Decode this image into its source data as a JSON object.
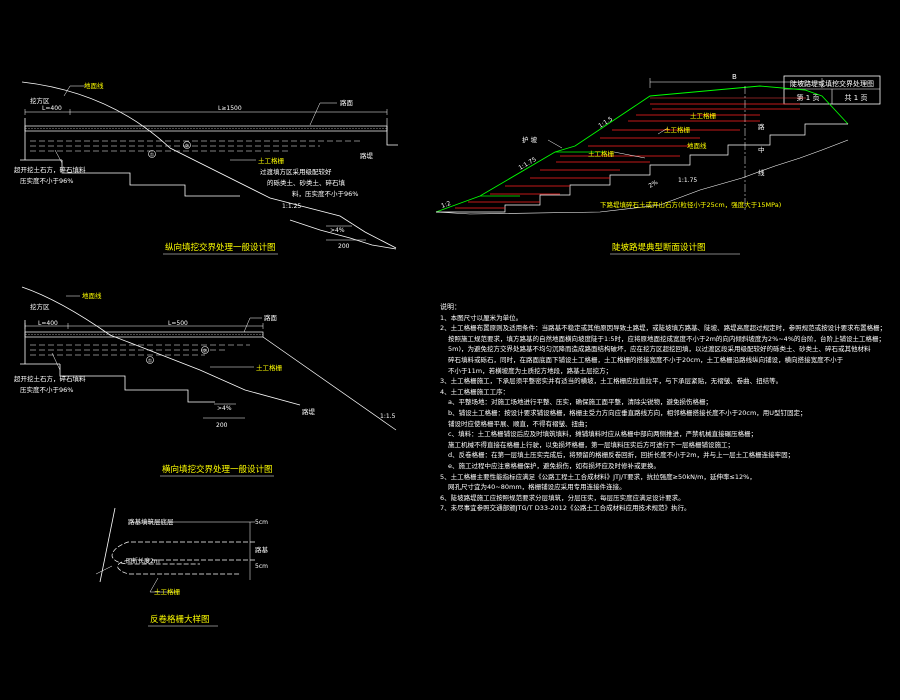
{
  "title_block": {
    "name": "陡坡路堤或填挖交界处理图",
    "page": "第 1 页",
    "total": "共 1 页"
  },
  "fig_longitudinal": {
    "title": "纵向填挖交界处理一般设计图",
    "ground_line": "地面线",
    "cut_zone": "挖方区",
    "road_surface": "路面",
    "dim_left": "L=400",
    "dim_right": "L≥1500",
    "geogrid": "土工格栅",
    "backfill_note_1": "超开挖土石方，碎石填料",
    "backfill_note_2": "压实度不小于96%",
    "transition_1": "过渡填方区采用级配较好",
    "transition_2": "的砾类土、砂类土、碎石填",
    "transition_3": "料，压实度不小于96%",
    "embankment": "路堤",
    "slope": "1:1.25",
    "step_height": ">4%",
    "step_width": "200",
    "circle_1": "①",
    "circle_2": "②"
  },
  "fig_transverse": {
    "title": "横向填挖交界处理一般设计图",
    "ground_line": "地面线",
    "cut_zone": "挖方区",
    "road_surface": "路面",
    "dim_left": "L=400",
    "dim_right": "L=500",
    "geogrid": "土工格栅",
    "backfill_note_1": "超开挖土石方，碎石填料",
    "backfill_note_2": "压实度不小于96%",
    "embankment": "路堤",
    "slope": "1:1.5",
    "step_height": ">4%",
    "step_width": "200",
    "circle_1": "①",
    "circle_2": "②"
  },
  "fig_anchor": {
    "title": "反卷格栅大样图",
    "fill_label": "路基填筑层底层",
    "anchor_length": "回折长度2m",
    "geogrid": "土工格栅",
    "roadbed": "路基",
    "dim_upper": "5cm",
    "dim_lower": "5cm"
  },
  "fig_section": {
    "title": "陡坡路堤典型断面设计图",
    "width": "B",
    "slope_protection": "护 坡",
    "geogrid_1": "土工格栅",
    "geogrid_2": "土工格栅",
    "geogrid_3": "土工格栅",
    "ground_line": "地面线",
    "centerline_1": "路",
    "centerline_2": "中",
    "centerline_3": "线",
    "slope_1": "1:1.5",
    "slope_2": "1:1.75",
    "slope_3": "1:2",
    "slope_4": "1:1.75",
    "slope_5": "2%",
    "base_note": "下路堤填碎石土或开山石方(粒径小于25cm，强度大于15MPa)"
  },
  "notes": {
    "header": "说明：",
    "lines": [
      "1、本图尺寸以厘米为单位。",
      "2、土工格栅布置原则及适用条件：当路基不稳定或其他原因导致土路堤，或陡坡填方路基、陡坡、路堤高度超过规定时，参照规范或按设计要求布置格栅；",
      "  按照施工规范要求，填方路基的自然地面横向坡度陡于1:5时，应将原地面挖成宽度不小于2m的向内倾斜坡度为2%~4%的台阶，台阶上铺设土工格栅；",
      "  5m)，为避免挖方交界处路基不均匀沉降而造成路面结构破坏，应在挖方区超挖回填，以过渡区段采用级配较好的砾类土、砂类土、碎石或其他材料",
      "  碎石填料或砾石，同时，在路面底面下铺设土工格栅，土工格栅的搭接宽度不小于20cm，土工格栅沿路线纵向铺设，横向搭接宽度不小于",
      "  不小于11m，若横坡度为土质挖方地段，路基土层挖方；",
      "3、土工格栅施工，下承层须平整密实并有适当的横坡，土工格栅应拉直拉平，与下承层紧贴，无褶皱、卷曲、扭结等。",
      "4、土工格栅施工工序：",
      "  a、平整场地：对施工场地进行平整、压实，确保施工面平整，清除尖锐物，避免损伤格栅；",
      "  b、铺设土工格栅：按设计要求铺设格栅，格栅主受力方向应垂直路线方向，相邻格栅搭接长度不小于20cm，用U型钉固定；",
      "     铺设时应使格栅平展、顺直，不得有褶皱、扭曲；",
      "  c、填料：土工格栅铺设后应及时填筑填料，摊铺填料时应从格栅中部向两侧推进，严禁机械直接碾压格栅；",
      "     施工机械不得直接在格栅上行驶，以免损坏格栅，第一层填料压实后方可进行下一层格栅铺设施工；",
      "  d、反卷格栅：在第一层填土压实完成后，将预留的格栅反卷回折，回折长度不小于2m，并与上一层土工格栅连接牢固；",
      "  e、施工过程中应注意格栅保护，避免损伤，如有损坏应及时修补或更换。",
      "5、土工格栅主要性能指标应满足《公路工程土工合成材料》JTJ/T要求，抗拉强度≥50kN/m，延伸率≤12%，",
      "  网孔尺寸宜为40~80mm，格栅铺设应采用专用连接件连接。",
      "6、陡坡路堤施工应按照规范要求分层填筑，分层压实，每层压实度应满足设计要求。",
      "7、未尽事宜参照交通部颁JTG/T D33-2012《公路土工合成材料应用技术规范》执行。"
    ]
  }
}
